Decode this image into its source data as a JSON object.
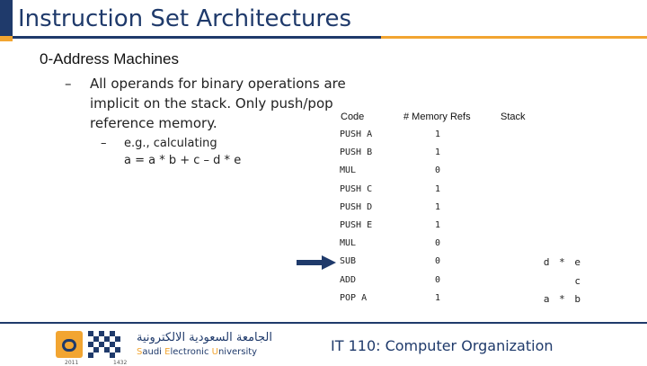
{
  "slide": {
    "title": "Instruction Set Architectures",
    "subtitle": "0-Address Machines",
    "bullet_main": {
      "dash": "–",
      "text": "All operands for binary operations are implicit on the stack. Only push/pop reference memory."
    },
    "bullet_sub": {
      "dash": "–",
      "line1": "e.g., calculating",
      "line2": "a = a * b + c – d * e"
    }
  },
  "table": {
    "headers": {
      "code": "Code",
      "mem": "# Memory Refs",
      "stack": "Stack"
    },
    "rows": [
      {
        "code": "PUSH A",
        "mem": "1",
        "stack": ""
      },
      {
        "code": "PUSH B",
        "mem": "1",
        "stack": ""
      },
      {
        "code": "MUL",
        "mem": "0",
        "stack": ""
      },
      {
        "code": "PUSH C",
        "mem": "1",
        "stack": ""
      },
      {
        "code": "PUSH D",
        "mem": "1",
        "stack": ""
      },
      {
        "code": "PUSH E",
        "mem": "1",
        "stack": ""
      },
      {
        "code": "MUL",
        "mem": "0",
        "stack": ""
      },
      {
        "code": "SUB",
        "mem": "0",
        "stack": "d * e"
      },
      {
        "code": "ADD",
        "mem": "0",
        "stack": "c"
      },
      {
        "code": "POP A",
        "mem": "1",
        "stack": "a * b"
      }
    ],
    "arrow_row": 7
  },
  "footer": {
    "university_ar": "الجامعة السعودية الالكترونية",
    "university_en_s": "S",
    "university_en_rest1": "audi ",
    "university_en_e": "E",
    "university_en_rest2": "lectronic ",
    "university_en_u": "U",
    "university_en_rest3": "niversity",
    "year_left": "2011",
    "year_right": "1432",
    "course": "IT 110: Computer Organization"
  },
  "colors": {
    "navy": "#1f3a6b",
    "gold": "#f2a531"
  }
}
